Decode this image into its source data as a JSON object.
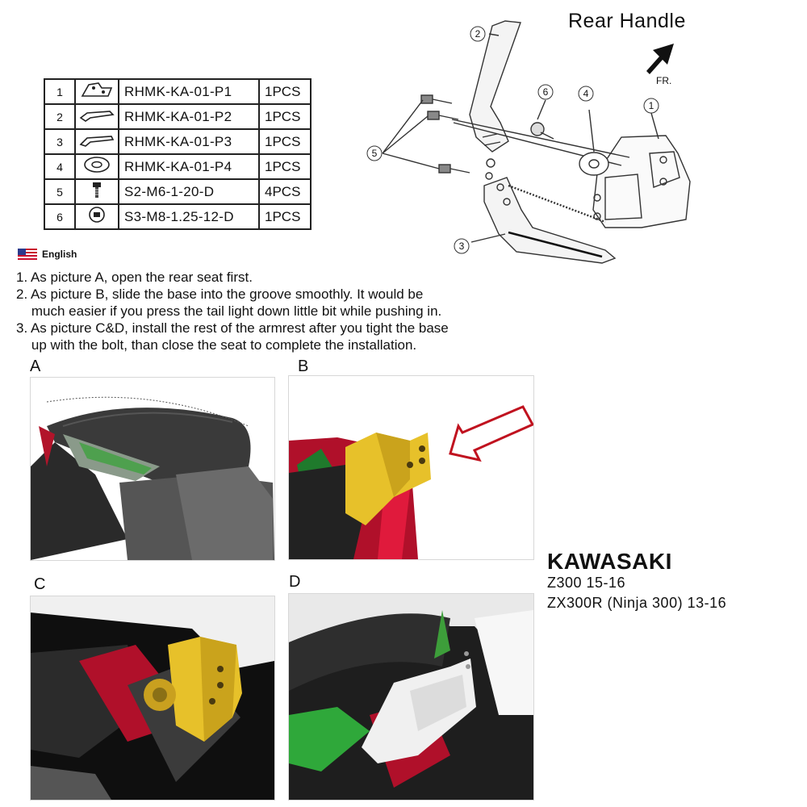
{
  "header": {
    "title": "Rear Handle",
    "direction_label": "FR."
  },
  "parts": [
    {
      "no": "1",
      "code": "RHMK-KA-01-P1",
      "qty": "1PCS",
      "icon": "bracket-icon"
    },
    {
      "no": "2",
      "code": "RHMK-KA-01-P2",
      "qty": "1PCS",
      "icon": "handle-icon"
    },
    {
      "no": "3",
      "code": "RHMK-KA-01-P3",
      "qty": "1PCS",
      "icon": "handle-icon"
    },
    {
      "no": "4",
      "code": "RHMK-KA-01-P4",
      "qty": "1PCS",
      "icon": "washer-icon"
    },
    {
      "no": "5",
      "code": "S2-M6-1-20-D",
      "qty": "4PCS",
      "icon": "bolt-icon"
    },
    {
      "no": "6",
      "code": "S3-M8-1.25-12-D",
      "qty": "1PCS",
      "icon": "nut-icon"
    }
  ],
  "diagram_callouts": [
    "1",
    "2",
    "3",
    "4",
    "5",
    "6"
  ],
  "language": "English",
  "instructions": [
    "1. As picture A, open the rear seat first.",
    "2. As picture B, slide the base into the groove smoothly. It would be",
    "    much easier if you press the tail light down little bit while pushing in.",
    "3. As picture C&D, install the rest of the armrest after you tight the base",
    "    up with the bolt, than close the seat to complete the installation."
  ],
  "pictures": {
    "a": "A",
    "b": "B",
    "c": "C",
    "d": "D"
  },
  "product": {
    "brand": "KAWASAKI",
    "model_line1": "Z300 15-16",
    "model_line2": "ZX300R (Ninja 300) 13-16"
  }
}
